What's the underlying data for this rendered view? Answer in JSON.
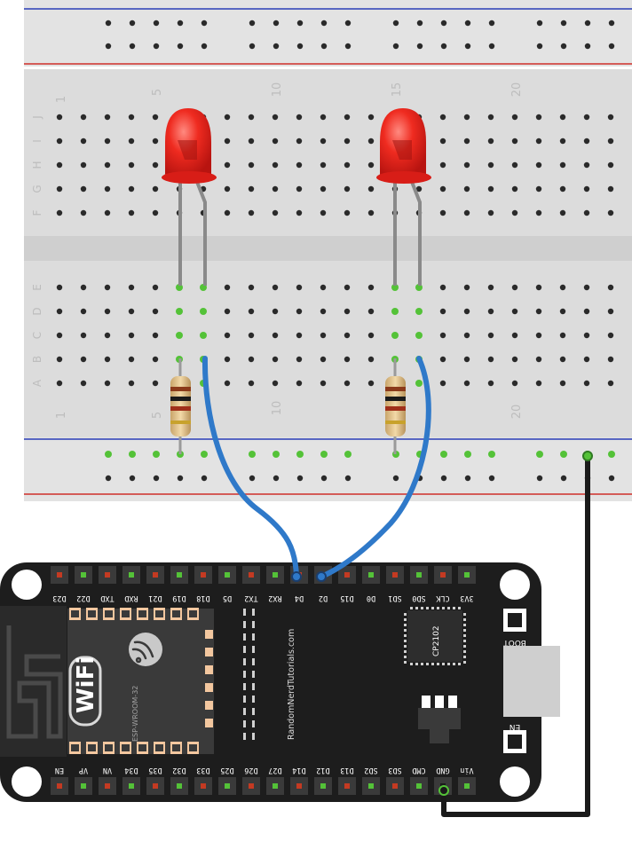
{
  "breadboard": {
    "column_numbers": [
      "1",
      "5",
      "10",
      "15",
      "20"
    ],
    "top_row_letters": [
      "J",
      "I",
      "H",
      "G",
      "F"
    ],
    "bottom_row_letters": [
      "E",
      "D",
      "C",
      "B",
      "A"
    ]
  },
  "board": {
    "top_pins": [
      "D23",
      "D22",
      "TXD",
      "RXD",
      "D21",
      "D19",
      "D18",
      "D5",
      "TX2",
      "RX2",
      "D4",
      "D2",
      "D15",
      "D0",
      "SD1",
      "SD0",
      "CLK",
      "3V3"
    ],
    "bottom_pins": [
      "EN",
      "VP",
      "VN",
      "D34",
      "D35",
      "D32",
      "D33",
      "D25",
      "D26",
      "D27",
      "D14",
      "D12",
      "D13",
      "SD2",
      "SD3",
      "CMD",
      "GND",
      "Vin"
    ],
    "boot_label": "BOOT",
    "en_label": "EN",
    "usb_chip_label": "CP2102",
    "module_label": "ESP-WROOM-32",
    "website": "RandomNerdTutorials.com",
    "wifi_logo_text": "WiFi"
  },
  "colors": {
    "board": "#1d1d1d",
    "breadboard": "#dcdcdc",
    "led": "#e0201b",
    "wire_signal": "#2f79c9",
    "wire_ground": "#1a1a1a",
    "rail_positive": "#d0302a",
    "rail_negative": "#2b3eb8",
    "connected_hole": "#54c238"
  },
  "connections": [
    {
      "from": "D4",
      "to": "LED 1 (via jumper)"
    },
    {
      "from": "D2",
      "to": "LED 2 (via jumper)"
    },
    {
      "from": "GND",
      "to": "breadboard ground rail"
    }
  ]
}
